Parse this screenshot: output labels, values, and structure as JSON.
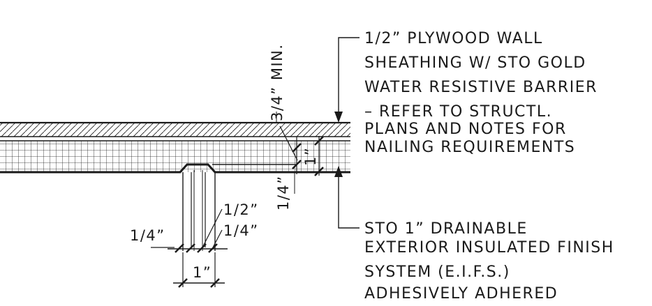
{
  "callouts": {
    "sheathing": {
      "lines": [
        "1/2” PLYWOOD WALL",
        "SHEATHING W/ STO GOLD",
        "WATER RESISTIVE BARRIER",
        "– REFER TO STRUCTL.",
        "PLANS AND NOTES FOR",
        "NAILING REQUIREMENTS"
      ]
    },
    "eifs": {
      "lines": [
        "STO 1” DRAINABLE",
        "EXTERIOR INSULATED FINISH",
        "SYSTEM (E.I.F.S.)",
        "ADHESIVELY ADHERED"
      ]
    }
  },
  "dimensions": {
    "three_quarter_min": "3/4” MIN.",
    "one_inch_vertical": "1”",
    "quarter_vertical": "1/4”",
    "half_inch": "1/2”",
    "quarter_left": "1/4”",
    "quarter_right": "1/4”",
    "one_inch_bottom": "1”"
  },
  "colors": {
    "linework": "#1a1a1a",
    "background": "#ffffff"
  }
}
